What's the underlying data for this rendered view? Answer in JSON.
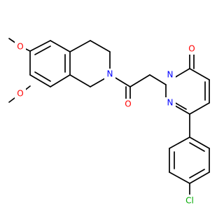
{
  "molecule": {
    "atoms": {
      "o_methoxy_top": "O",
      "o_methoxy_bottom": "O",
      "n_isoquinoline": "N",
      "o_amide": "O",
      "n_pyridazinone_1": "N",
      "n_pyridazinone_2": "N",
      "o_pyridazinone": "O",
      "cl": "Cl"
    },
    "colors": {
      "bond": "#000000",
      "oxygen": "#ff0000",
      "nitrogen": "#0000ff",
      "chlorine": "#00aa00"
    }
  }
}
